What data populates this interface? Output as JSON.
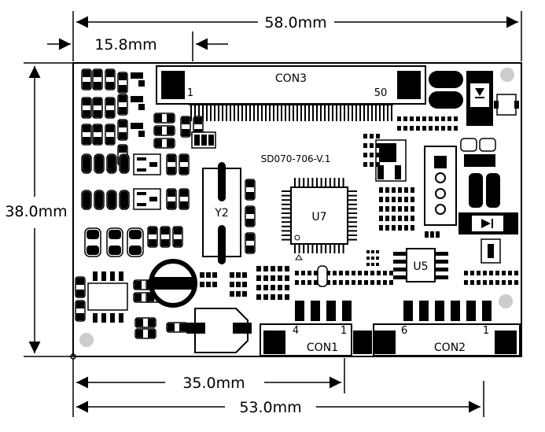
{
  "dimensions": {
    "top_width": "58.0mm",
    "top_offset": "15.8mm",
    "height": "38.0mm",
    "bottom_inner": "35.0mm",
    "bottom_outer": "53.0mm"
  },
  "board": {
    "model": "SD070-706-V.1",
    "con3": {
      "name": "CON3",
      "pin_first": "1",
      "pin_last": "50"
    },
    "con1": {
      "name": "CON1",
      "pin_left": "4",
      "pin_right": "1"
    },
    "con2": {
      "name": "CON2",
      "pin_left": "6",
      "pin_right": "1"
    },
    "crystal": "Y2",
    "chip_main": "U7",
    "chip_small": "U5"
  },
  "colors": {
    "ink": "#000000",
    "board": "#ffffff",
    "hole": "#cccccc"
  }
}
